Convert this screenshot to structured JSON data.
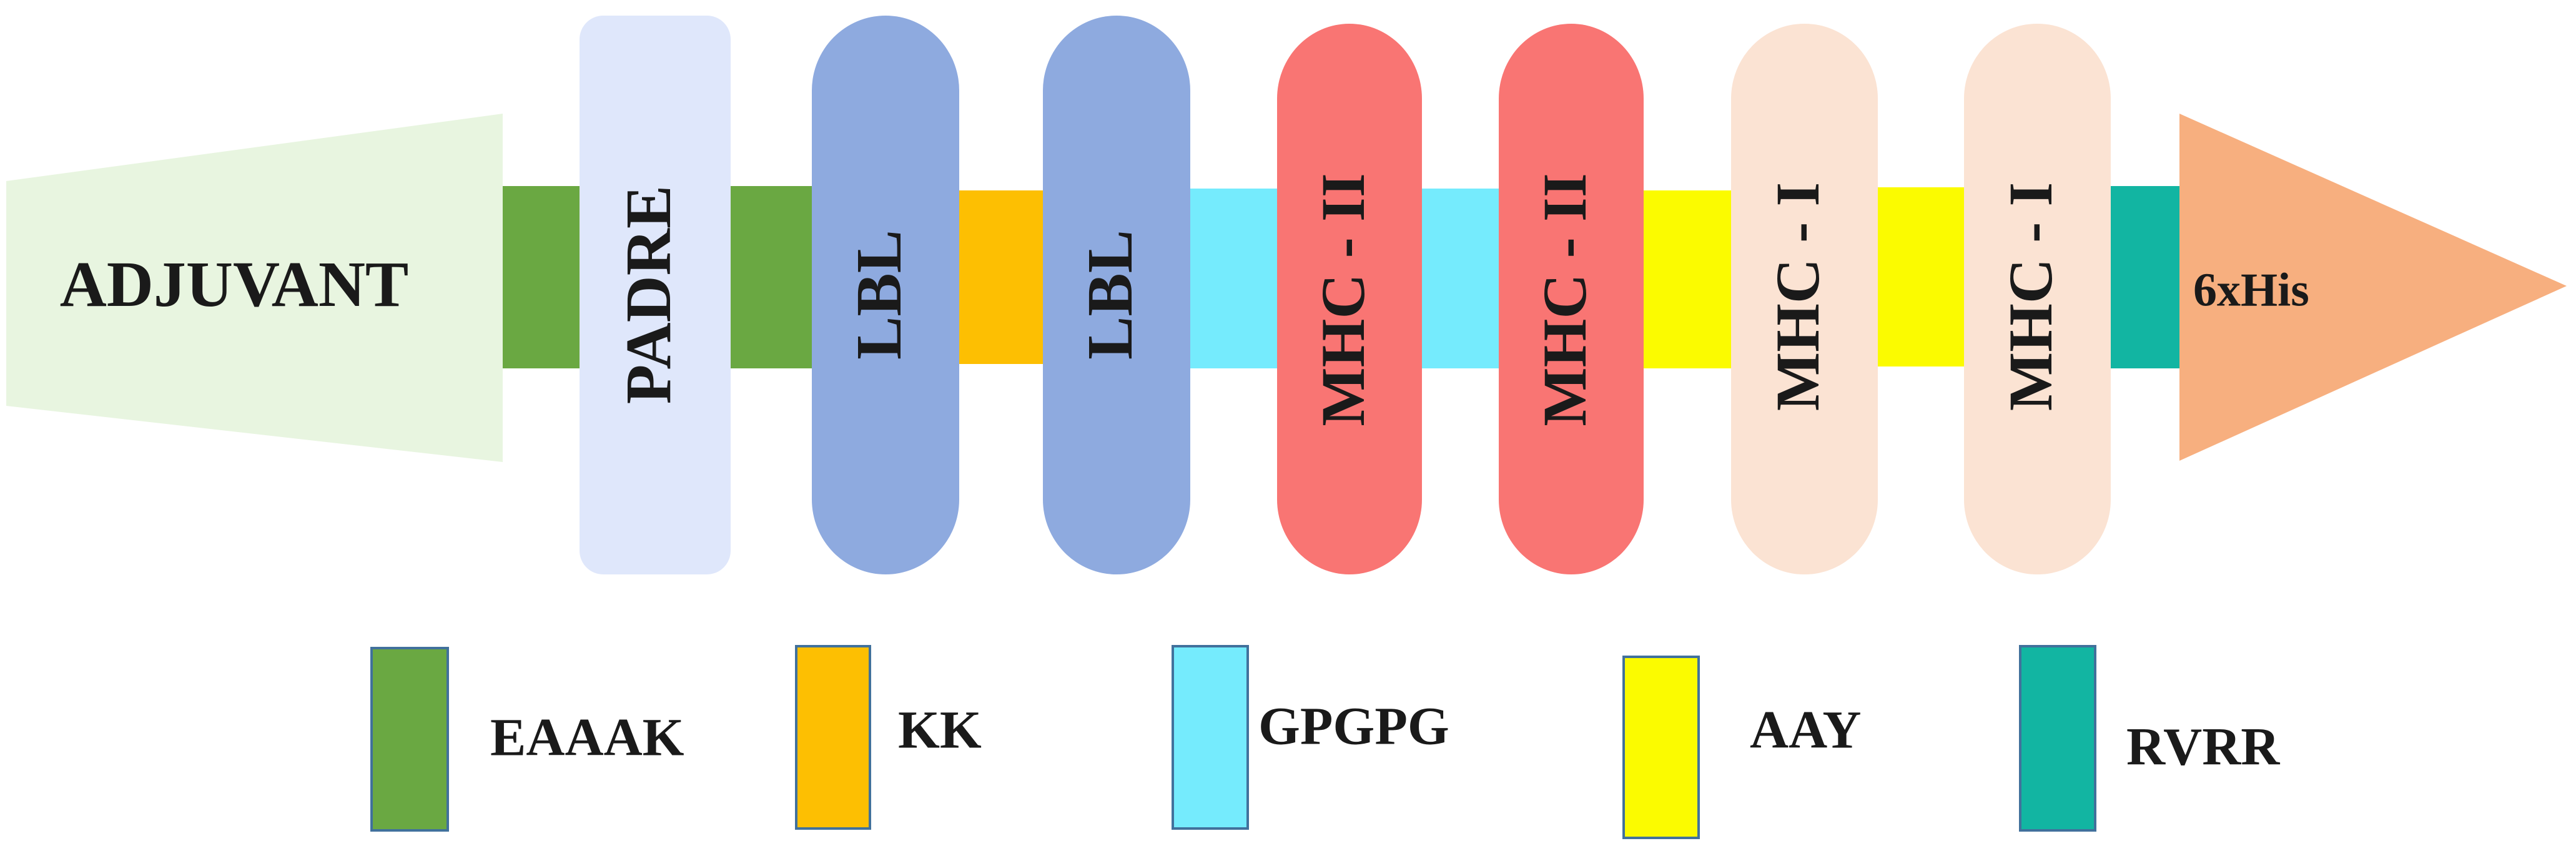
{
  "construct": {
    "adjuvant": {
      "label": "ADJUVANT",
      "color": "#e8f5e0"
    },
    "padre": {
      "label": "PADRE",
      "color": "#dfe7fb"
    },
    "lbl_1": {
      "label": "LBL",
      "color": "#8eaadf"
    },
    "lbl_2": {
      "label": "LBL",
      "color": "#8eaadf"
    },
    "mhc2_1": {
      "label": "MHC - II",
      "color": "#f97573"
    },
    "mhc2_2": {
      "label": "MHC - II",
      "color": "#f97573"
    },
    "mhc1_1": {
      "label": "MHC - I",
      "color": "#fbe3d3"
    },
    "mhc1_2": {
      "label": "MHC - I",
      "color": "#fbe3d3"
    },
    "his_tag": {
      "label": "6xHis",
      "color": "#f7af7f"
    }
  },
  "linker_colors": {
    "EAAAK": "#6aa842",
    "KK": "#fdbf02",
    "GPGPG": "#75ebfd",
    "AAY": "#fbfb00",
    "RVRR": "#12b5a2"
  },
  "legend": [
    {
      "label": "EAAAK",
      "color": "#6aa842"
    },
    {
      "label": "KK",
      "color": "#fdbf02"
    },
    {
      "label": "GPGPG",
      "color": "#75ebfd"
    },
    {
      "label": "AAY",
      "color": "#fbfb00"
    },
    {
      "label": "RVRR",
      "color": "#12b5a2"
    }
  ]
}
